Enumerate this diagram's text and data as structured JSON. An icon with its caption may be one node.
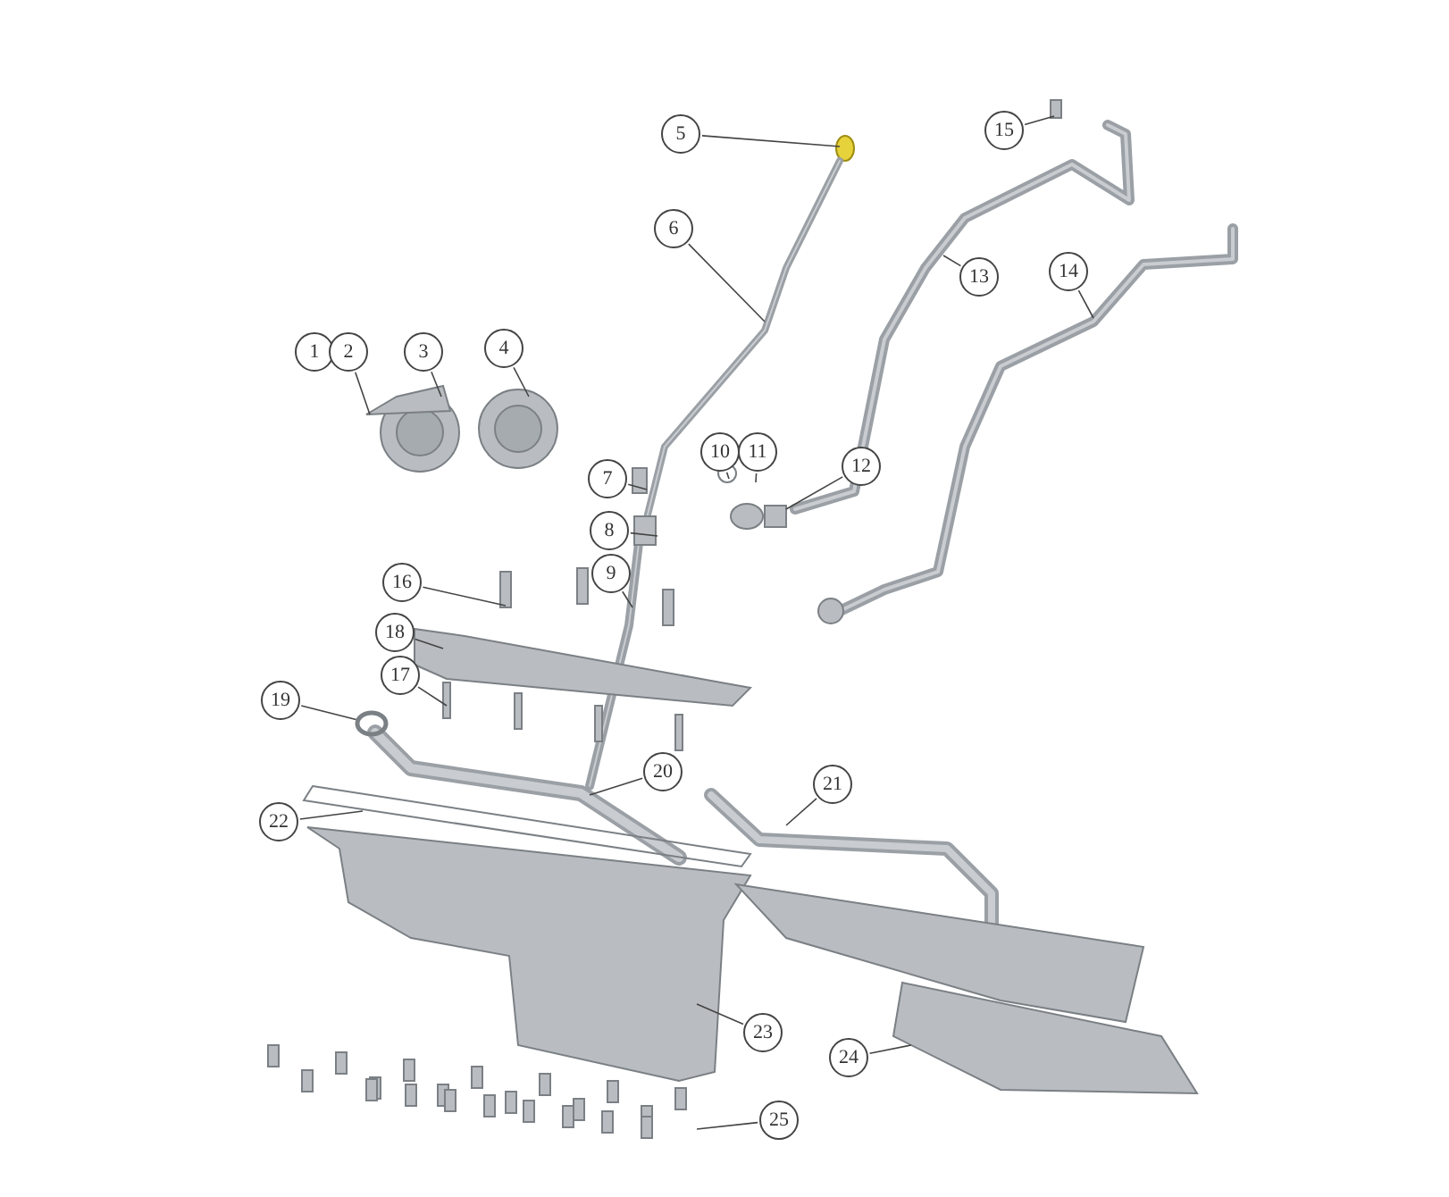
{
  "diagram": {
    "nodes": [
      {
        "text": [
          "1"
        ]
      },
      {
        "text": [
          "2"
        ]
      },
      {
        "text": [
          "3"
        ]
      },
      {
        "text": [
          "4"
        ]
      },
      {
        "text": [
          "5"
        ]
      },
      {
        "text": [
          "6"
        ]
      },
      {
        "text": [
          "7"
        ]
      },
      {
        "text": [
          "8"
        ]
      },
      {
        "text": [
          "9"
        ]
      },
      {
        "text": [
          "10"
        ]
      },
      {
        "text": [
          "11"
        ]
      },
      {
        "text": [
          "12"
        ]
      },
      {
        "text": [
          "13"
        ]
      },
      {
        "text": [
          "14"
        ]
      },
      {
        "text": [
          "15"
        ]
      },
      {
        "text": [
          "16"
        ]
      },
      {
        "text": [
          "17"
        ]
      },
      {
        "text": [
          "18"
        ]
      },
      {
        "text": [
          "19"
        ]
      },
      {
        "text": [
          "20"
        ]
      },
      {
        "text": [
          "21"
        ]
      },
      {
        "text": [
          "22"
        ]
      },
      {
        "text": [
          "23"
        ]
      },
      {
        "text": [
          "24"
        ]
      },
      {
        "text": [
          "25"
        ]
      },
      {
        "text": [],
        "shape": "circle"
      }
    ],
    "edges": [
      {
        "from": 1,
        "to": null,
        "arrow": "none"
      },
      {
        "from": 2,
        "to": null,
        "arrow": "none"
      },
      {
        "from": 3,
        "to": null,
        "arrow": "none"
      },
      {
        "from": 4,
        "to": null,
        "arrow": "none"
      },
      {
        "from": 5,
        "to": null,
        "arrow": "none"
      },
      {
        "from": 6,
        "to": null,
        "arrow": "none"
      },
      {
        "from": 7,
        "to": null,
        "arrow": "none"
      },
      {
        "from": 8,
        "to": null,
        "arrow": "none"
      },
      {
        "from": 9,
        "to": null,
        "arrow": "none"
      },
      {
        "from": 10,
        "to": null,
        "arrow": "none"
      },
      {
        "from": 11,
        "to": null,
        "arrow": "none"
      },
      {
        "from": 12,
        "to": null,
        "arrow": "none"
      },
      {
        "from": 13,
        "to": null,
        "arrow": "none"
      },
      {
        "from": 14,
        "to": null,
        "arrow": "none"
      },
      {
        "from": 15,
        "to": null,
        "arrow": "none"
      },
      {
        "from": 16,
        "to": null,
        "arrow": "none"
      },
      {
        "from": 17,
        "to": null,
        "arrow": "none"
      },
      {
        "from": 18,
        "to": 25,
        "arrow": "none"
      },
      {
        "from": 19,
        "to": null,
        "arrow": "none"
      },
      {
        "from": 20,
        "to": null,
        "arrow": "none"
      },
      {
        "from": 21,
        "to": null,
        "arrow": "none"
      },
      {
        "from": 22,
        "to": null,
        "arrow": "none"
      },
      {
        "from": 23,
        "to": null,
        "arrow": "none"
      },
      {
        "from": 24,
        "to": null,
        "arrow": "none"
      }
    ]
  }
}
